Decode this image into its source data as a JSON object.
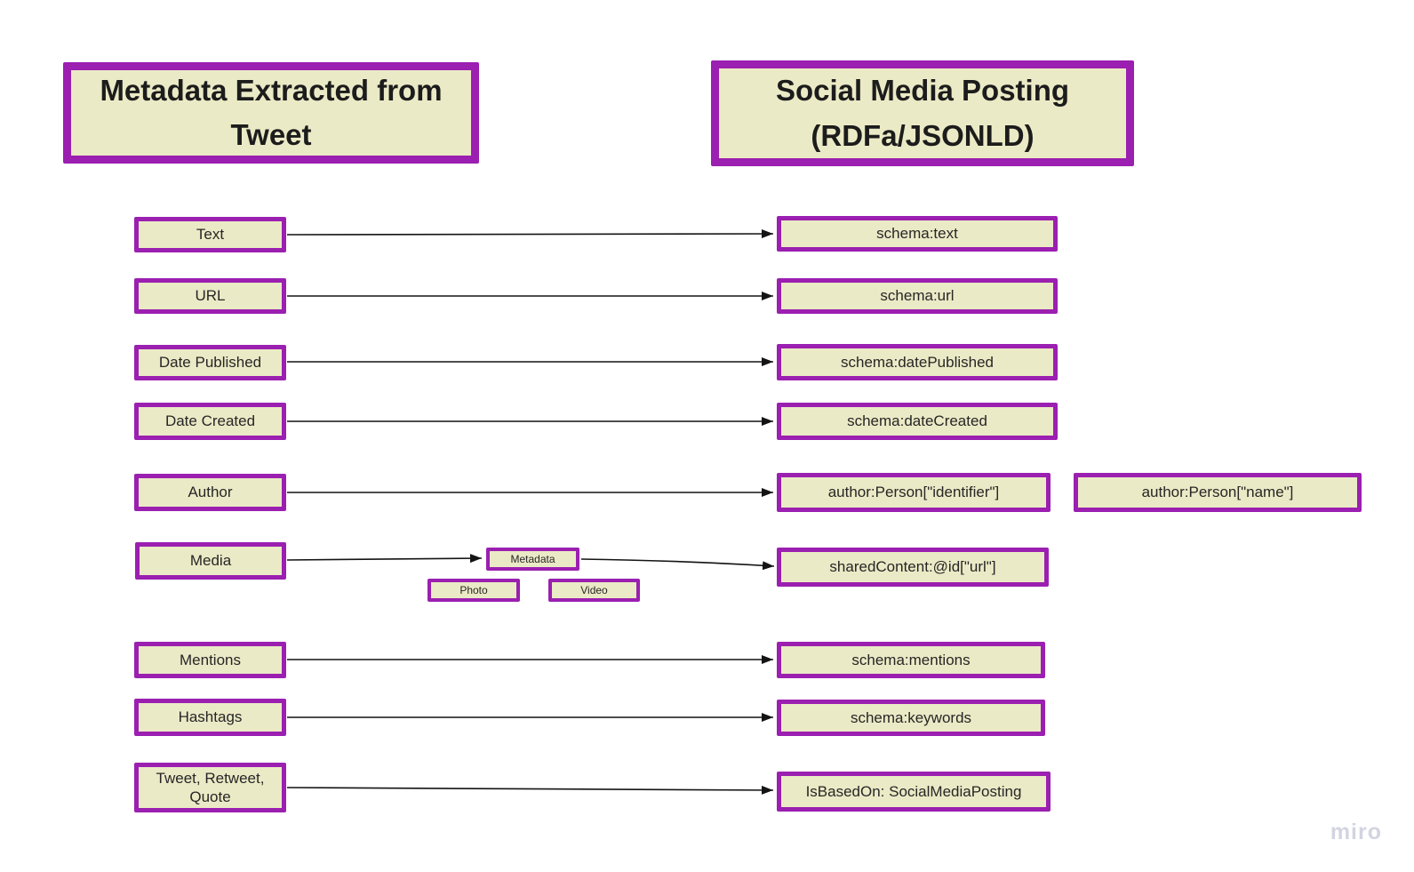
{
  "headers": {
    "left": "Metadata Extracted from Tweet",
    "right": "Social Media Posting (RDFa/JSONLD)"
  },
  "nodes": {
    "left": [
      {
        "label": "Text"
      },
      {
        "label": "URL"
      },
      {
        "label": "Date Published"
      },
      {
        "label": "Date Created"
      },
      {
        "label": "Author"
      },
      {
        "label": "Media"
      },
      {
        "label": "Mentions"
      },
      {
        "label": "Hashtags"
      },
      {
        "label": "Tweet, Retweet, Quote"
      }
    ],
    "middle": [
      {
        "label": "Metadata"
      },
      {
        "label": "Photo"
      },
      {
        "label": "Video"
      }
    ],
    "right": [
      {
        "label": "schema:text"
      },
      {
        "label": "schema:url"
      },
      {
        "label": "schema:datePublished"
      },
      {
        "label": "schema:dateCreated"
      },
      {
        "label": "author:Person[\"identifier\"]"
      },
      {
        "label": "author:Person[\"name\"]"
      },
      {
        "label": "sharedContent:@id[\"url\"]"
      },
      {
        "label": "schema:mentions"
      },
      {
        "label": "schema:keywords"
      },
      {
        "label": "IsBasedOn: SocialMediaPosting"
      }
    ]
  },
  "edges": [
    {
      "from": "Text",
      "to": "schema:text"
    },
    {
      "from": "URL",
      "to": "schema:url"
    },
    {
      "from": "Date Published",
      "to": "schema:datePublished"
    },
    {
      "from": "Date Created",
      "to": "schema:dateCreated"
    },
    {
      "from": "Author",
      "to": "author:Person[\"identifier\"]"
    },
    {
      "from": "Media",
      "to": "Metadata"
    },
    {
      "from": "Metadata",
      "to": "sharedContent:@id[\"url\"]"
    },
    {
      "from": "Mentions",
      "to": "schema:mentions"
    },
    {
      "from": "Hashtags",
      "to": "schema:keywords"
    },
    {
      "from": "Tweet, Retweet, Quote",
      "to": "IsBasedOn: SocialMediaPosting"
    }
  ],
  "colors": {
    "node_fill": "#ebeac6",
    "node_border": "#9b1fb0",
    "text": "#262626",
    "arrow": "#141414",
    "background": "#ffffff",
    "watermark": "#d3d4e1"
  },
  "watermark": "miro"
}
